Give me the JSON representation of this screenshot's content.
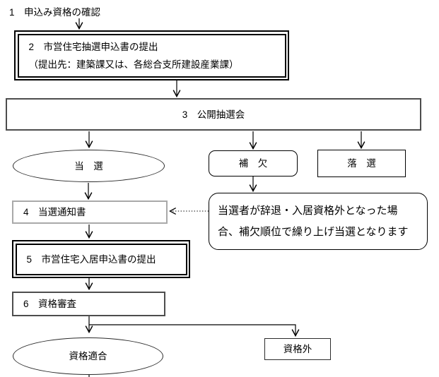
{
  "diagram": {
    "title_context": "municipal-housing-lottery-flowchart",
    "colors": {
      "line": "#000000",
      "dark_box_border": "#4d4d4d",
      "light_box_border": "#a9a9a9",
      "background": "#ffffff"
    },
    "nodes": {
      "step1": "1　申込み資格の確認",
      "step2_line1": "2　市営住宅抽選申込書の提出",
      "step2_line2": "（提出先：建築課又は、各総合支所建設産業課）",
      "step3": "3　公開抽選会",
      "win": "当　選",
      "hoketsu": "補　欠",
      "rakusen": "落　選",
      "step4": "4　当選通知書",
      "callout_line1": "当選者が辞退・入居資格外となった場",
      "callout_line2": "合、補欠順位で繰り上げ当選となります",
      "step5": "5　市営住宅入居申込書の提出",
      "step6": "6　資格審査",
      "pass": "資格適合",
      "fail": "資格外"
    }
  }
}
